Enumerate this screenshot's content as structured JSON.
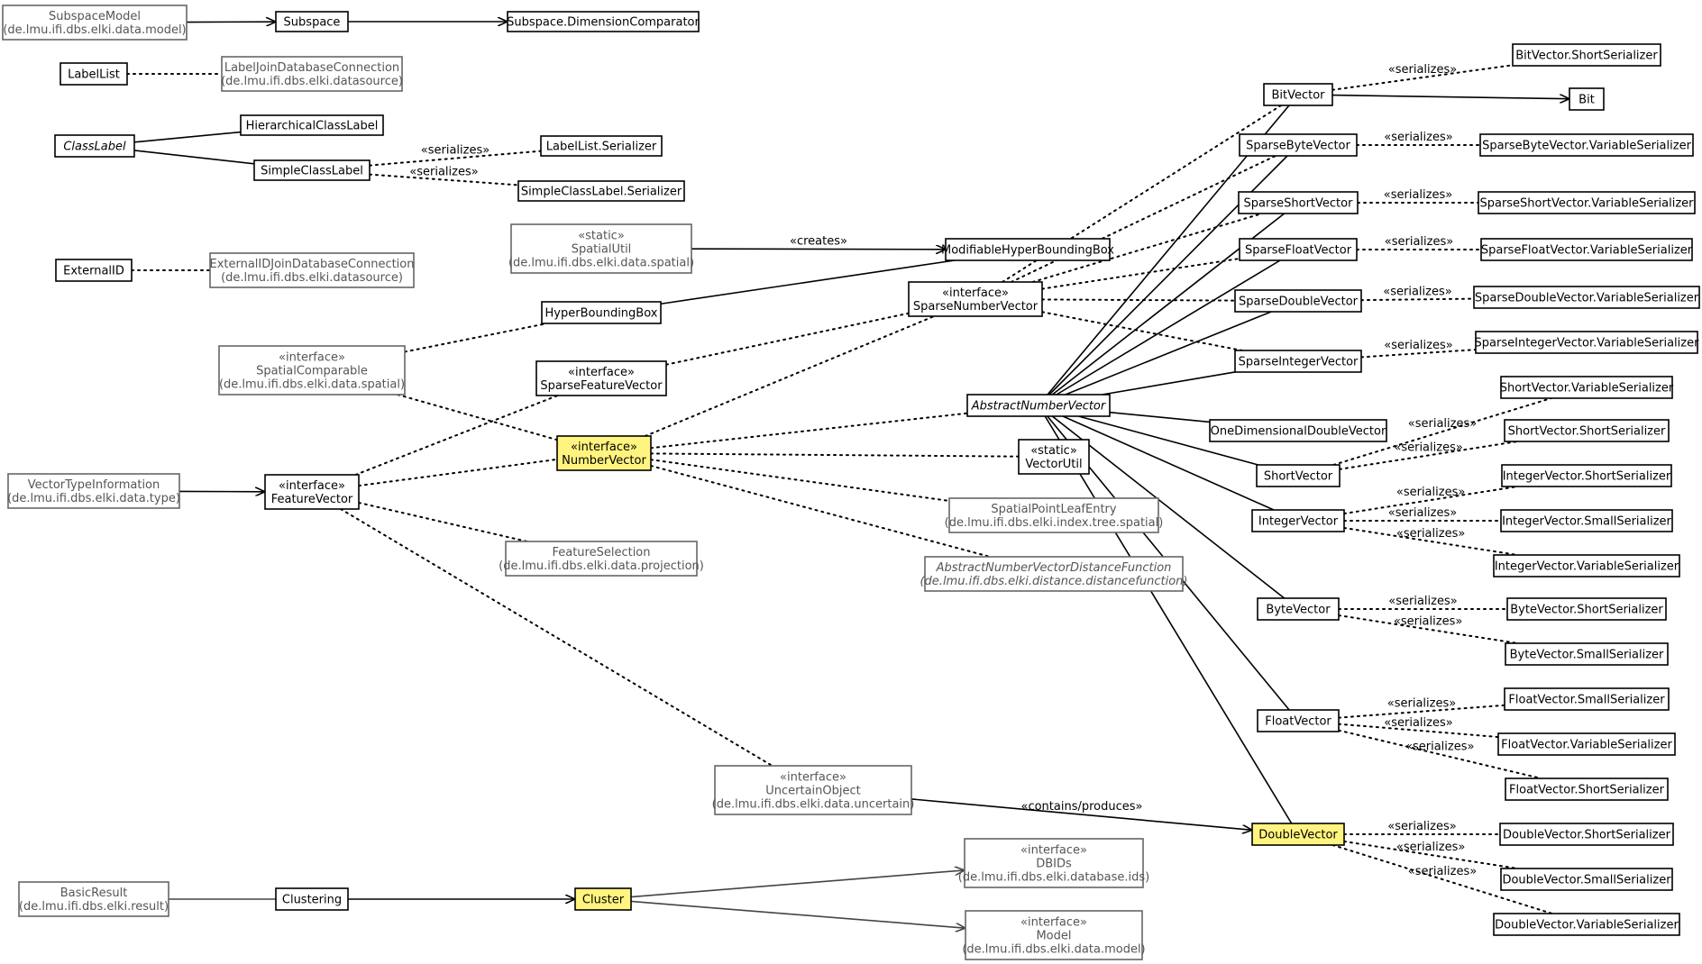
{
  "colors": {
    "background": "#ffffff",
    "node_fill": "#ffffff",
    "highlight_fill": "#fff47f",
    "edge": "#000000",
    "external_text": "#555555",
    "external_border": "#666666"
  },
  "nodes": {
    "subspacemodel": {
      "lines": [
        "SubspaceModel",
        "(de.lmu.ifi.dbs.elki.data.model)"
      ],
      "kind": "external"
    },
    "subspace": {
      "lines": [
        "Subspace"
      ],
      "kind": "class"
    },
    "dimcomparator": {
      "lines": [
        "Subspace.DimensionComparator"
      ],
      "kind": "class"
    },
    "labellist": {
      "lines": [
        "LabelList"
      ],
      "kind": "class"
    },
    "labeljoin": {
      "lines": [
        "LabelJoinDatabaseConnection",
        "(de.lmu.ifi.dbs.elki.datasource)"
      ],
      "kind": "external"
    },
    "classlabel": {
      "lines": [
        "ClassLabel"
      ],
      "kind": "abstract"
    },
    "hierclasslabel": {
      "lines": [
        "HierarchicalClassLabel"
      ],
      "kind": "class"
    },
    "simpleclasslabel": {
      "lines": [
        "SimpleClassLabel"
      ],
      "kind": "class"
    },
    "labellistser": {
      "lines": [
        "LabelList.Serializer"
      ],
      "kind": "class"
    },
    "simpleclassser": {
      "lines": [
        "SimpleClassLabel.Serializer"
      ],
      "kind": "class"
    },
    "externalid": {
      "lines": [
        "ExternalID"
      ],
      "kind": "class"
    },
    "externalidjoin": {
      "lines": [
        "ExternalIDJoinDatabaseConnection",
        "(de.lmu.ifi.dbs.elki.datasource)"
      ],
      "kind": "external"
    },
    "spatialutil": {
      "lines": [
        "«static»",
        "SpatialUtil",
        "(de.lmu.ifi.dbs.elki.data.spatial)"
      ],
      "kind": "external"
    },
    "modhbb": {
      "lines": [
        "ModifiableHyperBoundingBox"
      ],
      "kind": "class"
    },
    "hbb": {
      "lines": [
        "HyperBoundingBox"
      ],
      "kind": "class"
    },
    "spatialcomparable": {
      "lines": [
        "«interface»",
        "SpatialComparable",
        "(de.lmu.ifi.dbs.elki.data.spatial)"
      ],
      "kind": "external"
    },
    "sparsefeature": {
      "lines": [
        "«interface»",
        "SparseFeatureVector"
      ],
      "kind": "class"
    },
    "sparsenumber": {
      "lines": [
        "«interface»",
        "SparseNumberVector"
      ],
      "kind": "class"
    },
    "numbervector": {
      "lines": [
        "«interface»",
        "NumberVector"
      ],
      "kind": "highlight"
    },
    "abstractnumber": {
      "lines": [
        "AbstractNumberVector"
      ],
      "kind": "abstract"
    },
    "vectorutil": {
      "lines": [
        "«static»",
        "VectorUtil"
      ],
      "kind": "class"
    },
    "vectortypeinfo": {
      "lines": [
        "VectorTypeInformation",
        "(de.lmu.ifi.dbs.elki.data.type)"
      ],
      "kind": "external"
    },
    "featurevector": {
      "lines": [
        "«interface»",
        "FeatureVector"
      ],
      "kind": "class"
    },
    "spatialpointleaf": {
      "lines": [
        "SpatialPointLeafEntry",
        "(de.lmu.ifi.dbs.elki.index.tree.spatial)"
      ],
      "kind": "external"
    },
    "featureselection": {
      "lines": [
        "FeatureSelection",
        "(de.lmu.ifi.dbs.elki.data.projection)"
      ],
      "kind": "external"
    },
    "anvdf": {
      "lines": [
        "AbstractNumberVectorDistanceFunction",
        "(de.lmu.ifi.dbs.elki.distance.distancefunction)"
      ],
      "kind": "external-abstract"
    },
    "uncertain": {
      "lines": [
        "«interface»",
        "UncertainObject",
        "(de.lmu.ifi.dbs.elki.data.uncertain)"
      ],
      "kind": "external"
    },
    "basicresult": {
      "lines": [
        "BasicResult",
        "(de.lmu.ifi.dbs.elki.result)"
      ],
      "kind": "external"
    },
    "clustering": {
      "lines": [
        "Clustering"
      ],
      "kind": "class"
    },
    "cluster": {
      "lines": [
        "Cluster"
      ],
      "kind": "highlight"
    },
    "dbids": {
      "lines": [
        "«interface»",
        "DBIDs",
        "(de.lmu.ifi.dbs.elki.database.ids)"
      ],
      "kind": "external"
    },
    "model": {
      "lines": [
        "«interface»",
        "Model",
        "(de.lmu.ifi.dbs.elki.data.model)"
      ],
      "kind": "external"
    },
    "bitvector": {
      "lines": [
        "BitVector"
      ],
      "kind": "class"
    },
    "bit": {
      "lines": [
        "Bit"
      ],
      "kind": "class"
    },
    "bitvectorser": {
      "lines": [
        "BitVector.ShortSerializer"
      ],
      "kind": "class"
    },
    "sparsebyte": {
      "lines": [
        "SparseByteVector"
      ],
      "kind": "class"
    },
    "sparsebyteser": {
      "lines": [
        "SparseByteVector.VariableSerializer"
      ],
      "kind": "class"
    },
    "sparseshort": {
      "lines": [
        "SparseShortVector"
      ],
      "kind": "class"
    },
    "sparseshortser": {
      "lines": [
        "SparseShortVector.VariableSerializer"
      ],
      "kind": "class"
    },
    "sparsefloat": {
      "lines": [
        "SparseFloatVector"
      ],
      "kind": "class"
    },
    "sparsefloatser": {
      "lines": [
        "SparseFloatVector.VariableSerializer"
      ],
      "kind": "class"
    },
    "sparsedouble": {
      "lines": [
        "SparseDoubleVector"
      ],
      "kind": "class"
    },
    "sparsedoubleser": {
      "lines": [
        "SparseDoubleVector.VariableSerializer"
      ],
      "kind": "class"
    },
    "sparseint": {
      "lines": [
        "SparseIntegerVector"
      ],
      "kind": "class"
    },
    "sparseintser": {
      "lines": [
        "SparseIntegerVector.VariableSerializer"
      ],
      "kind": "class"
    },
    "onedim": {
      "lines": [
        "OneDimensionalDoubleVector"
      ],
      "kind": "class"
    },
    "shortvector": {
      "lines": [
        "ShortVector"
      ],
      "kind": "class"
    },
    "shortvarser": {
      "lines": [
        "ShortVector.VariableSerializer"
      ],
      "kind": "class"
    },
    "shortshortser": {
      "lines": [
        "ShortVector.ShortSerializer"
      ],
      "kind": "class"
    },
    "intvector": {
      "lines": [
        "IntegerVector"
      ],
      "kind": "class"
    },
    "intshortser": {
      "lines": [
        "IntegerVector.ShortSerializer"
      ],
      "kind": "class"
    },
    "intsmallser": {
      "lines": [
        "IntegerVector.SmallSerializer"
      ],
      "kind": "class"
    },
    "intvarser": {
      "lines": [
        "IntegerVector.VariableSerializer"
      ],
      "kind": "class"
    },
    "bytevector": {
      "lines": [
        "ByteVector"
      ],
      "kind": "class"
    },
    "byteshortser": {
      "lines": [
        "ByteVector.ShortSerializer"
      ],
      "kind": "class"
    },
    "bytesmallser": {
      "lines": [
        "ByteVector.SmallSerializer"
      ],
      "kind": "class"
    },
    "floatvector": {
      "lines": [
        "FloatVector"
      ],
      "kind": "class"
    },
    "floatsmallser": {
      "lines": [
        "FloatVector.SmallSerializer"
      ],
      "kind": "class"
    },
    "floatvarser": {
      "lines": [
        "FloatVector.VariableSerializer"
      ],
      "kind": "class"
    },
    "floatshortser": {
      "lines": [
        "FloatVector.ShortSerializer"
      ],
      "kind": "class"
    },
    "doublevector": {
      "lines": [
        "DoubleVector"
      ],
      "kind": "highlight"
    },
    "doubleshortser": {
      "lines": [
        "DoubleVector.ShortSerializer"
      ],
      "kind": "class"
    },
    "doublesmallser": {
      "lines": [
        "DoubleVector.SmallSerializer"
      ],
      "kind": "class"
    },
    "doublevarser": {
      "lines": [
        "DoubleVector.VariableSerializer"
      ],
      "kind": "class"
    }
  },
  "edges": [
    {
      "from": "subspacemodel",
      "to": "subspace",
      "style": "solid",
      "arrow": true
    },
    {
      "from": "subspace",
      "to": "dimcomparator",
      "style": "solid",
      "arrow": true
    },
    {
      "from": "labellist",
      "to": "labeljoin",
      "style": "dotted"
    },
    {
      "from": "classlabel",
      "to": "hierclasslabel",
      "style": "solid"
    },
    {
      "from": "classlabel",
      "to": "simpleclasslabel",
      "style": "solid"
    },
    {
      "from": "simpleclasslabel",
      "to": "labellistser",
      "style": "dotted",
      "label": "«serializes»"
    },
    {
      "from": "simpleclasslabel",
      "to": "simpleclassser",
      "style": "dotted",
      "label": "«serializes»"
    },
    {
      "from": "externalid",
      "to": "externalidjoin",
      "style": "dotted"
    },
    {
      "from": "spatialutil",
      "to": "modhbb",
      "style": "solid",
      "arrow": true,
      "label": "«creates»"
    },
    {
      "from": "hbb",
      "to": "modhbb",
      "style": "solid"
    },
    {
      "from": "spatialcomparable",
      "to": "hbb",
      "style": "dotted"
    },
    {
      "from": "spatialcomparable",
      "to": "numbervector",
      "style": "dotted"
    },
    {
      "from": "featurevector",
      "to": "sparsefeature",
      "style": "dotted"
    },
    {
      "from": "sparsefeature",
      "to": "sparsenumber",
      "style": "dotted"
    },
    {
      "from": "numbervector",
      "to": "sparsenumber",
      "style": "dotted"
    },
    {
      "from": "numbervector",
      "to": "abstractnumber",
      "style": "dotted"
    },
    {
      "from": "numbervector",
      "to": "vectorutil",
      "style": "dotted"
    },
    {
      "from": "numbervector",
      "to": "spatialpointleaf",
      "style": "dotted"
    },
    {
      "from": "numbervector",
      "to": "anvdf",
      "style": "dotted"
    },
    {
      "from": "featurevector",
      "to": "numbervector",
      "style": "dotted"
    },
    {
      "from": "vectortypeinfo",
      "to": "featurevector",
      "style": "solid",
      "arrow": true
    },
    {
      "from": "featurevector",
      "to": "featureselection",
      "style": "dotted"
    },
    {
      "from": "featurevector",
      "to": "uncertain",
      "style": "dotted"
    },
    {
      "from": "uncertain",
      "to": "doublevector",
      "style": "solid",
      "arrow": true,
      "label": "«contains/produces»"
    },
    {
      "from": "basicresult",
      "to": "clustering",
      "style": "solid",
      "gray": true
    },
    {
      "from": "clustering",
      "to": "cluster",
      "style": "solid",
      "arrow": true
    },
    {
      "from": "cluster",
      "to": "dbids",
      "style": "solid",
      "arrow": true,
      "gray": true
    },
    {
      "from": "cluster",
      "to": "model",
      "style": "solid",
      "arrow": true,
      "gray": true
    },
    {
      "from": "bitvector",
      "to": "bit",
      "style": "solid",
      "arrow": true
    },
    {
      "from": "bitvector",
      "to": "bitvectorser",
      "style": "dotted",
      "label": "«serializes»"
    },
    {
      "from": "sparsebyte",
      "to": "sparsebyteser",
      "style": "dotted",
      "label": "«serializes»"
    },
    {
      "from": "sparseshort",
      "to": "sparseshortser",
      "style": "dotted",
      "label": "«serializes»"
    },
    {
      "from": "sparsefloat",
      "to": "sparsefloatser",
      "style": "dotted",
      "label": "«serializes»"
    },
    {
      "from": "sparsedouble",
      "to": "sparsedoubleser",
      "style": "dotted",
      "label": "«serializes»"
    },
    {
      "from": "sparseint",
      "to": "sparseintser",
      "style": "dotted",
      "label": "«serializes»"
    },
    {
      "from": "sparsenumber",
      "to": "bitvector",
      "style": "dotted"
    },
    {
      "from": "sparsenumber",
      "to": "sparsebyte",
      "style": "dotted"
    },
    {
      "from": "sparsenumber",
      "to": "sparseshort",
      "style": "dotted"
    },
    {
      "from": "sparsenumber",
      "to": "sparsefloat",
      "style": "dotted"
    },
    {
      "from": "sparsenumber",
      "to": "sparsedouble",
      "style": "dotted"
    },
    {
      "from": "sparsenumber",
      "to": "sparseint",
      "style": "dotted"
    },
    {
      "from": "abstractnumber",
      "to": "bitvector",
      "style": "solid"
    },
    {
      "from": "abstractnumber",
      "to": "sparsebyte",
      "style": "solid"
    },
    {
      "from": "abstractnumber",
      "to": "sparseshort",
      "style": "solid"
    },
    {
      "from": "abstractnumber",
      "to": "sparsefloat",
      "style": "solid"
    },
    {
      "from": "abstractnumber",
      "to": "sparsedouble",
      "style": "solid"
    },
    {
      "from": "abstractnumber",
      "to": "sparseint",
      "style": "solid"
    },
    {
      "from": "abstractnumber",
      "to": "onedim",
      "style": "solid"
    },
    {
      "from": "abstractnumber",
      "to": "shortvector",
      "style": "solid"
    },
    {
      "from": "abstractnumber",
      "to": "intvector",
      "style": "solid"
    },
    {
      "from": "abstractnumber",
      "to": "bytevector",
      "style": "solid"
    },
    {
      "from": "abstractnumber",
      "to": "floatvector",
      "style": "solid"
    },
    {
      "from": "abstractnumber",
      "to": "doublevector",
      "style": "solid"
    },
    {
      "from": "shortvector",
      "to": "shortvarser",
      "style": "dotted",
      "label": "«serializes»"
    },
    {
      "from": "shortvector",
      "to": "shortshortser",
      "style": "dotted",
      "label": "«serializes»"
    },
    {
      "from": "intvector",
      "to": "intshortser",
      "style": "dotted",
      "label": "«serializes»"
    },
    {
      "from": "intvector",
      "to": "intsmallser",
      "style": "dotted",
      "label": "«serializes»"
    },
    {
      "from": "intvector",
      "to": "intvarser",
      "style": "dotted",
      "label": "«serializes»"
    },
    {
      "from": "bytevector",
      "to": "byteshortser",
      "style": "dotted",
      "label": "«serializes»"
    },
    {
      "from": "bytevector",
      "to": "bytesmallser",
      "style": "dotted",
      "label": "«serializes»"
    },
    {
      "from": "floatvector",
      "to": "floatsmallser",
      "style": "dotted",
      "label": "«serializes»"
    },
    {
      "from": "floatvector",
      "to": "floatvarser",
      "style": "dotted",
      "label": "«serializes»"
    },
    {
      "from": "floatvector",
      "to": "floatshortser",
      "style": "dotted",
      "label": "«serializes»"
    },
    {
      "from": "doublevector",
      "to": "doubleshortser",
      "style": "dotted",
      "label": "«serializes»"
    },
    {
      "from": "doublevector",
      "to": "doublesmallser",
      "style": "dotted",
      "label": "«serializes»"
    },
    {
      "from": "doublevector",
      "to": "doublevarser",
      "style": "dotted",
      "label": "«serializes»"
    }
  ]
}
